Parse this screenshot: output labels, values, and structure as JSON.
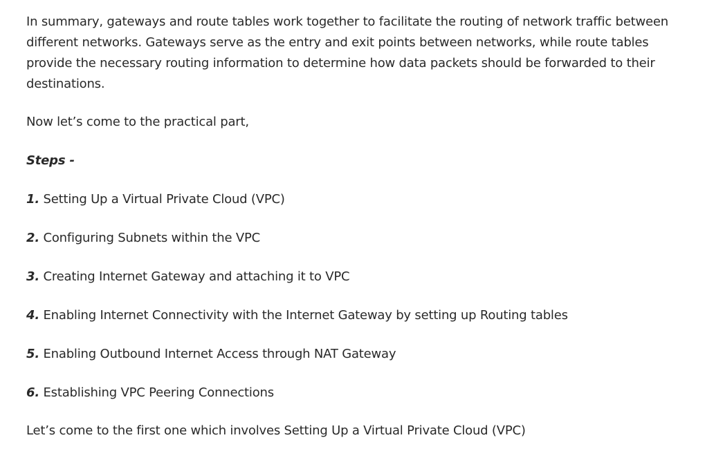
{
  "article": {
    "summary_paragraph": "In summary, gateways and route tables work together to facilitate the routing of network traffic between different networks. Gateways serve as the entry and exit points between networks, while route tables provide the necessary routing information to determine how data packets should be forwarded to their destinations.",
    "intro_practical": "Now let’s come to the practical part,",
    "steps_heading": "Steps -",
    "steps": [
      {
        "number": "1.",
        "text": "Setting Up a Virtual Private Cloud (VPC)"
      },
      {
        "number": "2.",
        "text": "Configuring Subnets within the VPC"
      },
      {
        "number": "3.",
        "text": "Creating Internet Gateway and attaching it to VPC"
      },
      {
        "number": "4.",
        "text": "Enabling Internet Connectivity with the Internet Gateway by setting up Routing tables"
      },
      {
        "number": "5.",
        "text": "Enabling Outbound Internet Access through NAT Gateway"
      },
      {
        "number": "6.",
        "text": "Establishing VPC Peering Connections"
      }
    ],
    "closing_paragraph": "Let’s come to the first one which involves Setting Up a Virtual Private Cloud (VPC)"
  }
}
